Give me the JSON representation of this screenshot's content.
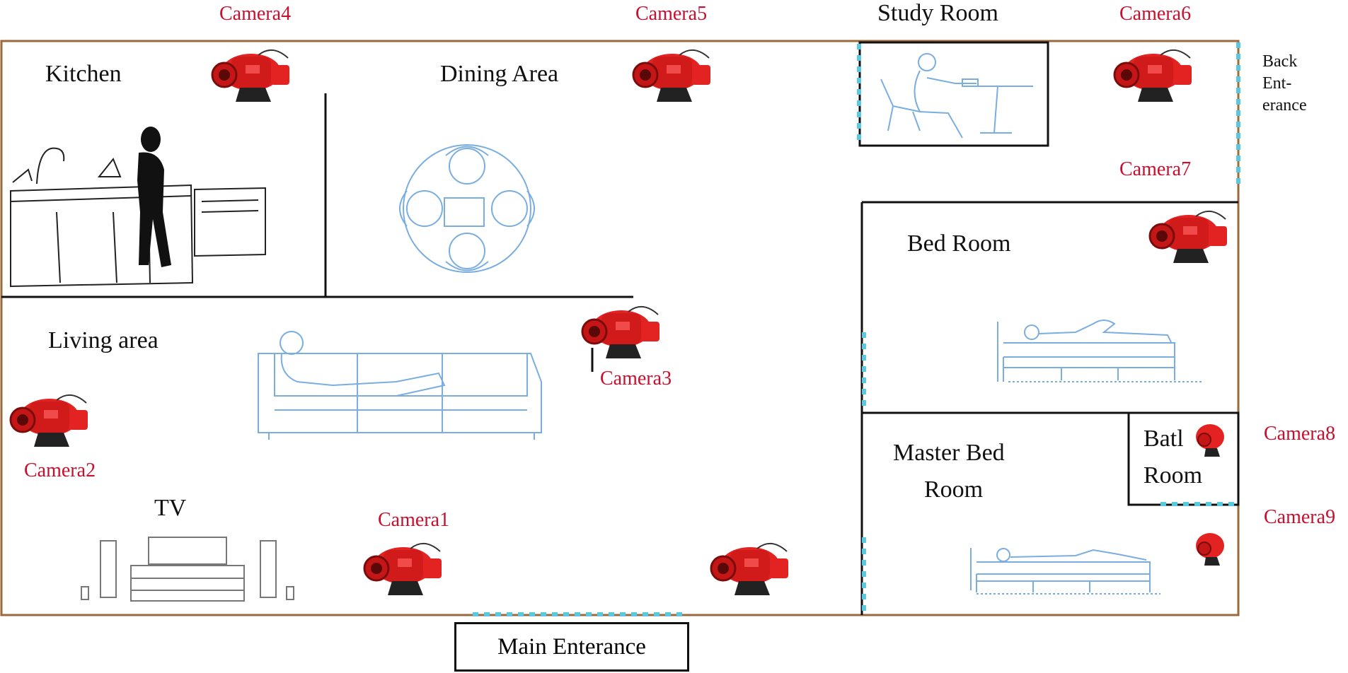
{
  "rooms": {
    "kitchen": "Kitchen",
    "dining": "Dining Area",
    "study": "Study Room",
    "living": "Living area",
    "tv": "TV",
    "bedroom": "Bed Room",
    "master_line1": "Master Bed",
    "master_line2": "Room",
    "bath_line1": "Batl",
    "bath_line2": "Room",
    "back_entrance_lines": [
      "Back",
      "Ent-",
      "erance"
    ],
    "main_entrance": "Main Enterance"
  },
  "cameras": {
    "c1": "Camera1",
    "c2": "Camera2",
    "c3": "Camera3",
    "c4": "Camera4",
    "c5": "Camera5",
    "c6": "Camera6",
    "c7": "Camera7",
    "c8": "Camera8",
    "c9": "Camera9"
  },
  "colors": {
    "outer_wall": "#9b6a3c",
    "inner_wall": "#111111",
    "door": "#5bc8e0",
    "camera_label": "#c8102e",
    "camera_body": "#e32222",
    "sketch": "#7aaee0"
  }
}
